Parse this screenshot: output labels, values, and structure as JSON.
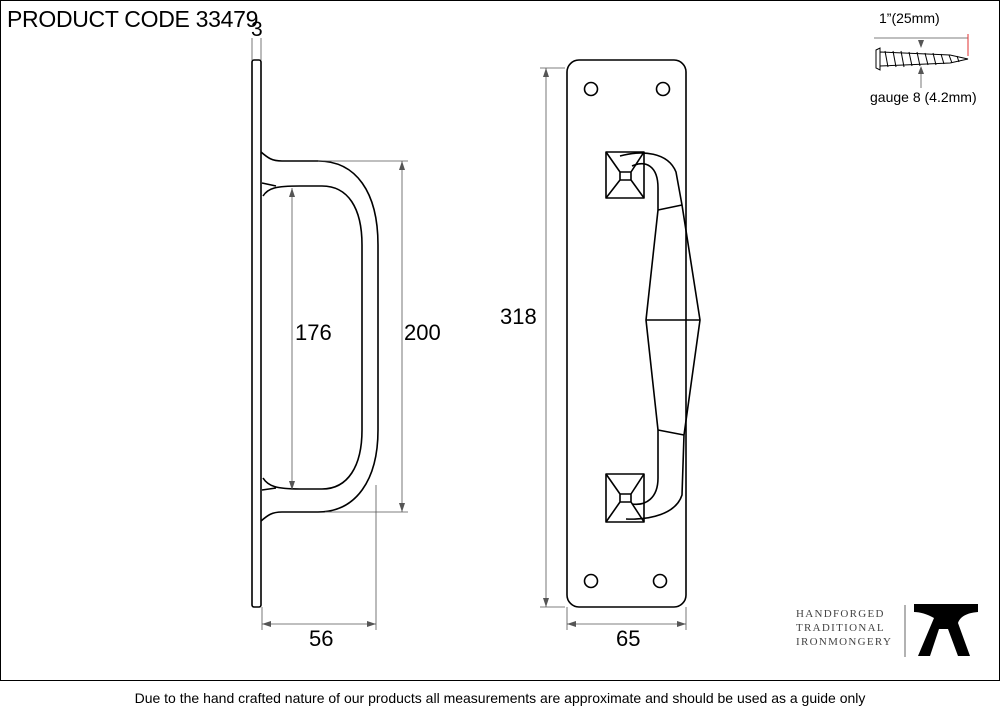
{
  "header": {
    "product_code": "PRODUCT CODE 33479"
  },
  "dimensions": {
    "backplate_thickness": "3",
    "inner_length": "176",
    "handle_length": "200",
    "backplate_length": "318",
    "projection": "56",
    "backplate_width": "65"
  },
  "screw": {
    "length_label": "1”(25mm)",
    "gauge_label": "gauge 8 (4.2mm)"
  },
  "logo": {
    "line1": "HANDFORGED",
    "line2": "TRADITIONAL",
    "line3": "IRONMONGERY"
  },
  "footer": {
    "disclaimer": "Due to the hand crafted nature of our products all measurements are approximate and should be used as a guide only"
  },
  "colors": {
    "line": "#000000",
    "dimension_line": "#555555",
    "screw_accent": "#e03030"
  }
}
